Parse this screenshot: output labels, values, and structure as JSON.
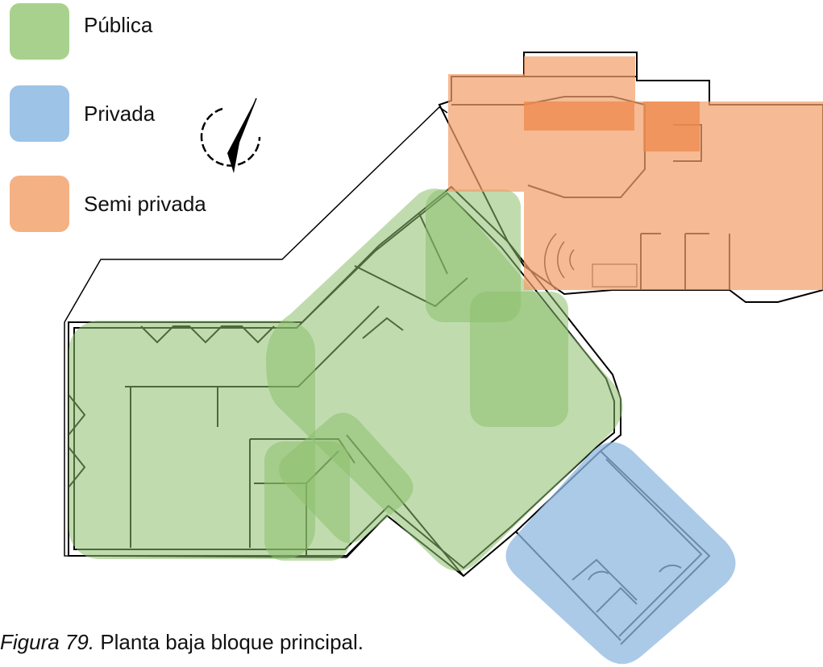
{
  "legend": {
    "items": [
      {
        "label": "Pública",
        "color": "#a9d18e"
      },
      {
        "label": "Privada",
        "color": "#9dc3e6"
      },
      {
        "label": "Semi privada",
        "color": "#f4b183"
      }
    ]
  },
  "zone_colors": {
    "publica": "#8cc06d",
    "privada": "#8fb8e0",
    "semi_privada": "#f2a06b",
    "overlap_semi": "#ee8c4f"
  },
  "caption": {
    "figure_label": "Figura 79.",
    "text": "Planta baja bloque principal."
  },
  "north_arrow": {
    "icon": "north-arrow-icon"
  }
}
